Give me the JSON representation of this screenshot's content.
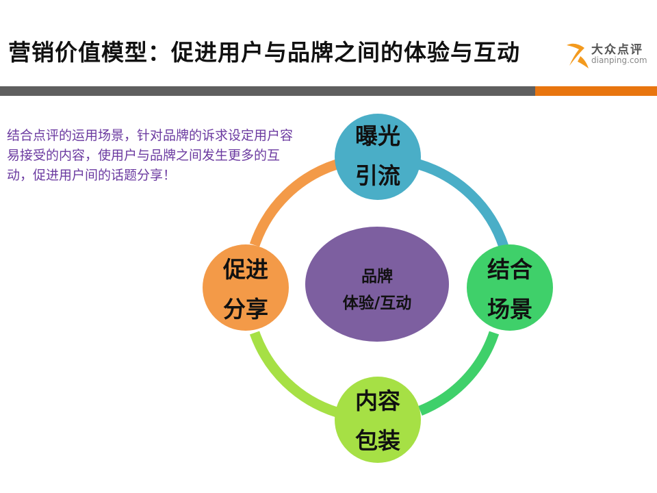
{
  "slide": {
    "title": "营销价值模型：促进用户与品牌之间的体验与互动",
    "description": "结合点评的运用场景，针对品牌的诉求设定用户容易接受的内容，使用户与品牌之间发生更多的互动，促进用户间的话题分享！"
  },
  "logo": {
    "name_cn": "大众点评",
    "domain": "dianping.com",
    "mark_color": "#f39a1e"
  },
  "colors": {
    "header_bar": "#5f5f5f",
    "header_accent": "#e8750f",
    "text_purple": "#6b3aa0",
    "center_fill": "#7d5fa0"
  },
  "diagram": {
    "center": {
      "line1": "品牌",
      "line2": "体验/互动"
    },
    "nodes": [
      {
        "id": "top",
        "line1": "曝光",
        "line2": "引流",
        "color": "#4aaec7"
      },
      {
        "id": "right",
        "line1": "结合",
        "line2": "场景",
        "color": "#3fd06a"
      },
      {
        "id": "bottom",
        "line1": "内容",
        "line2": "包装",
        "color": "#a6e045"
      },
      {
        "id": "left",
        "line1": "促进",
        "line2": "分享",
        "color": "#f39a48"
      }
    ],
    "arcs": [
      {
        "from": "top",
        "to": "right",
        "color": "#4aaec7"
      },
      {
        "from": "right",
        "to": "bottom",
        "color": "#3fd06a"
      },
      {
        "from": "bottom",
        "to": "left",
        "color": "#a6e045"
      },
      {
        "from": "left",
        "to": "top",
        "color": "#f39a48"
      }
    ]
  }
}
